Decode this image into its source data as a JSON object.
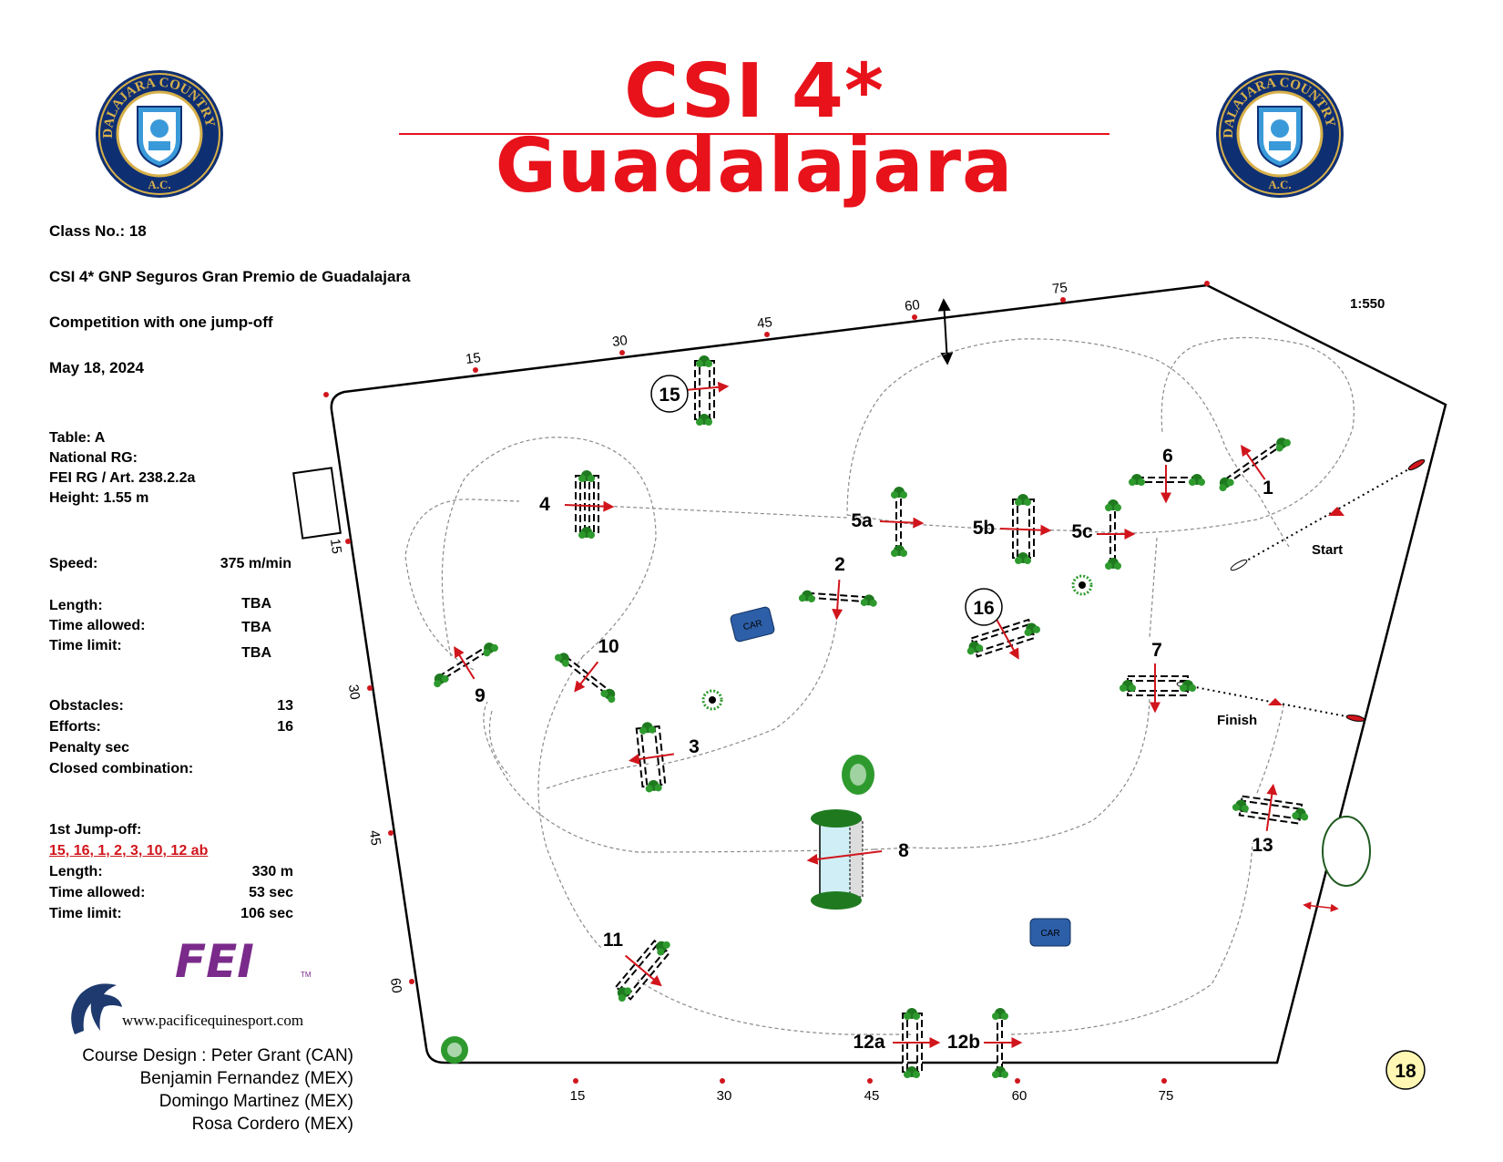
{
  "title": "CSI 4* Guadalajara",
  "logo": {
    "ring_text": "GUADALAJARA COUNTRY CLUB",
    "sub_text": "A.C.",
    "ring_color": "#0f2f73",
    "accent": "#d6b04a"
  },
  "class_info": {
    "class_no": "Class No.: 18",
    "class_name": "CSI 4* GNP Seguros Gran Premio de Guadalajara",
    "competition": "Competition with one jump-off",
    "date": "May 18, 2024",
    "table": "Table: A",
    "national_rg": "National RG:",
    "fei_rg": "FEI RG / Art. 238.2.2a",
    "height": "Height: 1.55  m"
  },
  "specs": {
    "speed_label": "Speed:",
    "speed_value": "375  m/min",
    "length_label": "Length:",
    "length_value": "TBA",
    "time_allowed_label": "Time allowed:",
    "time_allowed_value": "TBA",
    "time_limit_label": "Time limit:",
    "time_limit_value": "TBA",
    "obstacles_label": "Obstacles:",
    "obstacles_value": "13",
    "efforts_label": "Efforts:",
    "efforts_value": "16",
    "penalty_label": "Penalty sec",
    "closed_label": "Closed combination:"
  },
  "jumpoff": {
    "heading": "1st Jump-off:",
    "sequence": "15, 16, 1, 2, 3, 10, 12 ab",
    "length_label": "Length:",
    "length_value": "330    m",
    "time_allowed_label": "Time allowed:",
    "time_allowed_value": "53  sec",
    "time_limit_label": "Time limit:",
    "time_limit_value": "106  sec"
  },
  "fei_logo": "FEI",
  "fei_tm": "TM",
  "website": "www.pacificequinesport.com",
  "credits": [
    "Course Design : Peter Grant (CAN)",
    "Benjamin Fernandez (MEX)",
    "Domingo Martinez (MEX)",
    "Rosa Cordero (MEX)"
  ],
  "scale": "1:550",
  "class_badge": "18",
  "map_labels": {
    "start": "Start",
    "finish": "Finish",
    "car": "CAR"
  },
  "jump_numbers": [
    "1",
    "2",
    "3",
    "4",
    "5a",
    "5b",
    "5c",
    "6",
    "7",
    "8",
    "9",
    "10",
    "11",
    "12a",
    "12b",
    "13"
  ],
  "jumpoff_numbers": [
    "15",
    "16"
  ],
  "ruler": {
    "top": [
      "15",
      "30",
      "45",
      "60",
      "75"
    ],
    "bottom": [
      "15",
      "30",
      "45",
      "60",
      "75"
    ],
    "left": [
      "15",
      "30",
      "45",
      "60"
    ]
  },
  "colors": {
    "title_red": "#e8121b",
    "jump_red": "#d1151c",
    "hedge_green": "#1f7a1f",
    "car_blue": "#2d5fa8",
    "path_gray": "#8a8a8a",
    "badge_yellow": "#fff7b3"
  }
}
